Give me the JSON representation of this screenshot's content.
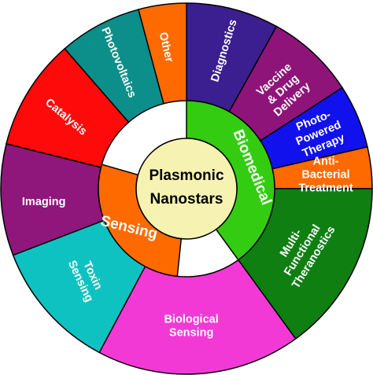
{
  "center": {
    "line1": "Plasmonic",
    "line2": "Nanostars",
    "color": "#f6f3b2"
  },
  "categories": [
    {
      "label": "Biomedical",
      "color": "#33cc11"
    },
    {
      "label": "Sensing",
      "color": "#ff6a00"
    }
  ],
  "applications": [
    {
      "lines": [
        "Diagnostics"
      ],
      "color": "#3b1e8f"
    },
    {
      "lines": [
        "Vaccine",
        "& Drug",
        "Delivery"
      ],
      "color": "#8f147a"
    },
    {
      "lines": [
        "Photo-",
        "Powered",
        "Therapy"
      ],
      "color": "#1111ee"
    },
    {
      "lines": [
        "Anti-",
        "Bacterial",
        "Treatment"
      ],
      "color": "#ff6a00"
    },
    {
      "lines": [
        "Multi-",
        "Functional",
        "Theranostics"
      ],
      "color": "#0f7f12"
    },
    {
      "lines": [
        "Biological",
        "Sensing"
      ],
      "color": "#f239d6"
    },
    {
      "lines": [
        "Toxin",
        "Sensing"
      ],
      "color": "#0fc2c2"
    },
    {
      "lines": [
        "Imaging"
      ],
      "color": "#8f167a"
    },
    {
      "lines": [
        "Catalysis"
      ],
      "color": "#ff0a0a"
    },
    {
      "lines": [
        "Photovoltaics"
      ],
      "color": "#0c8e8a"
    },
    {
      "lines": [
        "Other"
      ],
      "color": "#ff6a00"
    }
  ]
}
